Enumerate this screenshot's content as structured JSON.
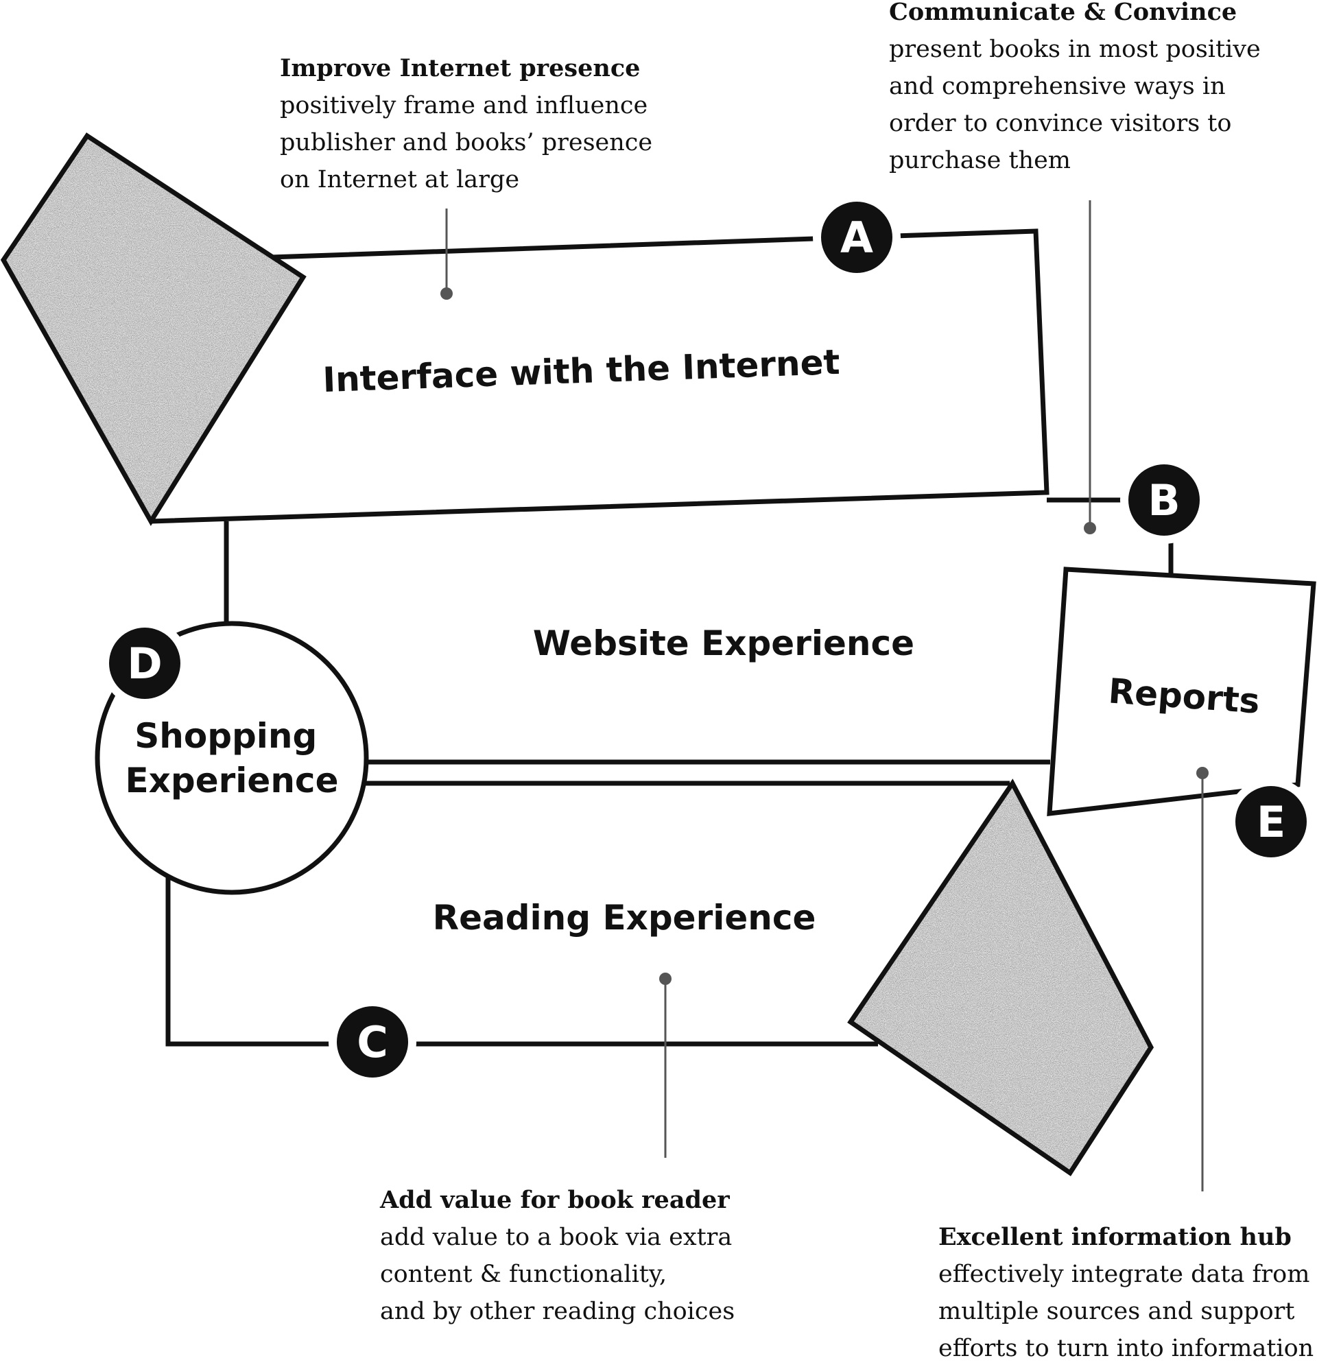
{
  "areas": {
    "internet": "Interface with the Internet",
    "website": "Website Experience",
    "shopping": "Shopping\nExperience",
    "reading": "Reading Experience",
    "reports": "Reports"
  },
  "markers": {
    "a": "A",
    "b": "B",
    "c": "C",
    "d": "D",
    "e": "E"
  },
  "notes": {
    "improve": {
      "title": "Improve Internet presence",
      "lines": [
        "positively frame and influence",
        "publisher and books’ presence",
        "on Internet at large"
      ]
    },
    "communicate": {
      "title": "Communicate & Convince",
      "lines": [
        "present books in most positive",
        "and comprehensive ways in",
        "order to convince visitors to",
        "purchase them"
      ]
    },
    "add_value": {
      "title": "Add value for book reader",
      "lines": [
        "add value to a book via extra",
        "content & functionality,",
        "and by other reading choices"
      ]
    },
    "hub": {
      "title": "Excellent information hub",
      "lines": [
        "effectively integrate data from",
        "multiple sources and support",
        "efforts to turn into information"
      ]
    }
  },
  "colors": {
    "ink": "#111111",
    "leader": "#555555",
    "texture": "#8a8a8a"
  }
}
